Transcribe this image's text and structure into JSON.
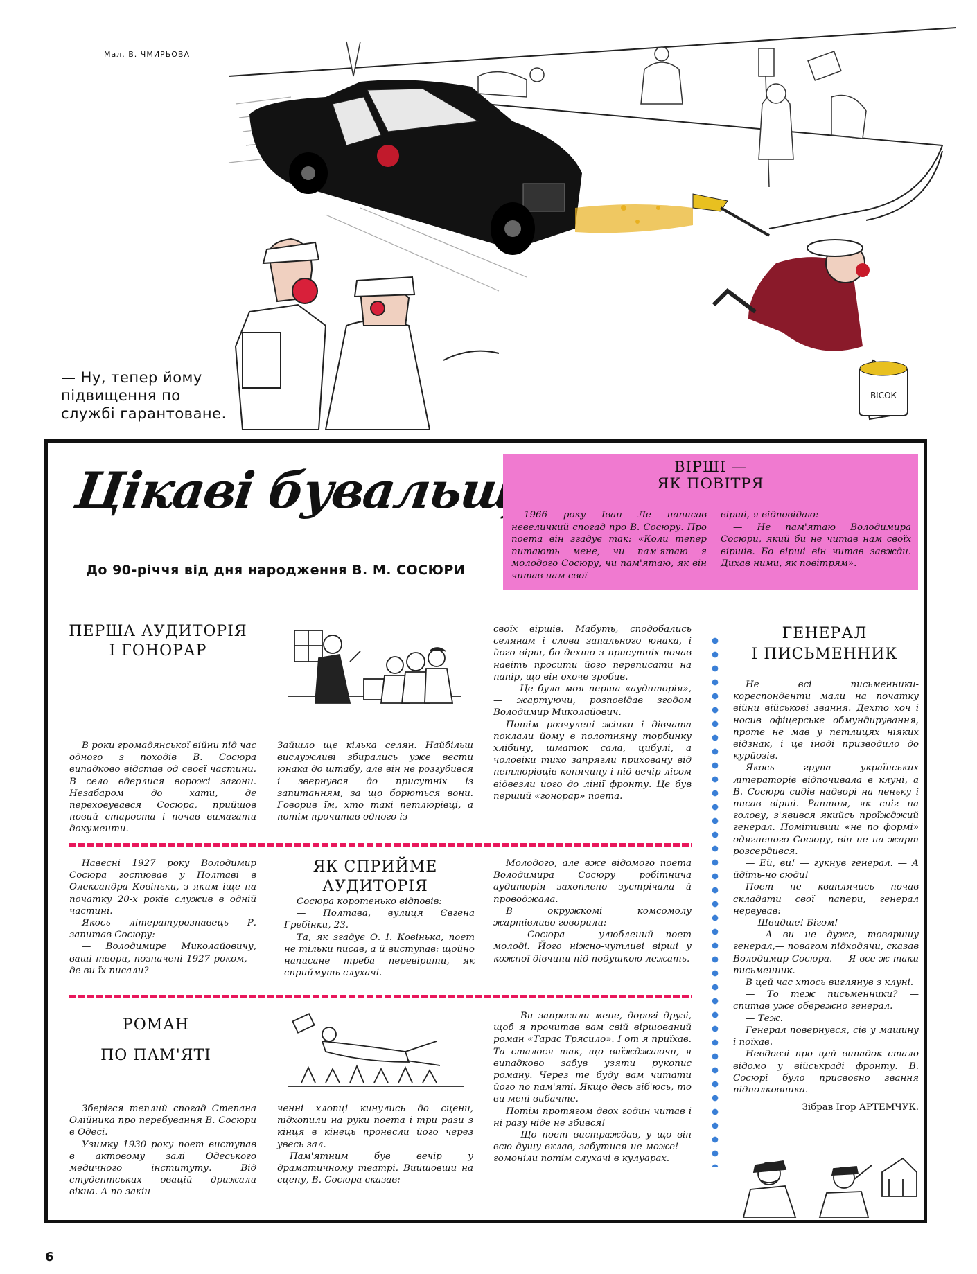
{
  "cartoon": {
    "credit": "Мал. В. ЧМИРЬОВА",
    "caption": "— Ну, тепер йому підвищення по службі гарантоване.",
    "bucket_label": "ВІСОК"
  },
  "feature": {
    "masthead": "Цікаві бувальщини",
    "subtitle": "До 90-річчя від дня народження В. М. СОСЮРИ"
  },
  "sidebar_story": {
    "title_line1": "ВІРШІ —",
    "title_line2": "ЯК ПОВІТРЯ",
    "col1": "1966 року Іван Ле написав невеличкий спогад про В. Сосюру. Про поета він згадує так: «Коли тепер питають мене, чи пам'ятаю я молодого Сосюру, чи пам'ятаю, як він читав нам свої",
    "col2_p1": "вірші, я відповідаю:",
    "col2_p2": "— Не пам'ятаю Володимира Сосюри, який би не читав нам своїх віршів. Бо вірші він читав завжди. Дихав ними, як повітрям»."
  },
  "story1": {
    "title_line1": "ПЕРША АУДИТОРІЯ",
    "title_line2": "І ГОНОРАР",
    "col1": "В роки громадянської війни під час одного з походів В. Сосюра випадково відстав од своєї частини. В село вдерлися ворожі загони. Незабаром до хати, де переховувався Сосюра, прийшов новий староста і почав вимагати документи.",
    "col2": "Зайшло ще кілька селян. Найбільш вислужливі збирались уже вести юнака до штабу, але він не розгубився і звернувся до присутніх із запитанням, за що борються вони. Говорив їм, хто такі петлюрівці, а потім прочитав одного із",
    "col3_p1": "своїх віршів. Мабуть, сподобались селянам і слова запального юнака, і його вірш, бо дехто з присутніх почав навіть просити його переписати на папір, що він охоче зробив.",
    "col3_p2": "— Це була моя перша «аудиторія»,— жартуючи, розповідав згодом Володимир Миколайович.",
    "col3_p3": "Потім розчулені жінки і дівчата поклали йому в полотняну торбинку хлібину, шматок сала, цибулі, а чоловіки тихо запрягли приховану від петлюрівців конячину і під вечір лісом відвезли його до лінії фронту. Це був перший «гонорар» поета."
  },
  "story2": {
    "title_line1": "ЯК СПРИЙМЕ",
    "title_line2": "АУДИТОРІЯ",
    "col1_p1": "Навесні 1927 року Володимир Сосюра гостював у Полтаві в Олександра Ковіньки, з яким іще на початку 20-х років служив в одній частині.",
    "col1_p2": "Якось літературознавець Р. запитав Сосюру:",
    "col1_p3": "— Володимире Миколайовичу, ваші твори, позначені 1927 роком,— де ви їх писали?",
    "col2_p1": "Сосюра коротенько відповів:",
    "col2_p2": "— Полтава, вулиця Євгена Гребінки, 23.",
    "col2_p3": "Та, як згадує О. І. Ковінька, поет не тільки писав, а й виступав: щойно написане треба перевірити, як сприймуть слухачі.",
    "col3_p1": "Молодого, але вже відомого поета Володимира Сосюру робітнича аудиторія захоплено зустрічала й проводжала.",
    "col3_p2": "В окружкомі комсомолу жартівливо говорили:",
    "col3_p3": "— Сосюра — улюблений поет молоді. Його ніжно-чутливі вірші у кожної дівчини під подушкою лежать."
  },
  "story3": {
    "title_line1": "РОМАН",
    "title_line2": "ПО ПАМ'ЯТІ",
    "col1_p1": "Зберігся теплий спогад Степана Олійника про перебування В. Сосюри в Одесі.",
    "col1_p2": "Узимку 1930 року поет виступав в актовому залі Одеського медичного інституту. Від студентських овацій дрижали вікна. А по закін-",
    "col2_p1": "ченні хлопці кинулись до сцени, підхопили на руки поета і три рази з кінця в кінець пронесли його через увесь зал.",
    "col2_p2": "Пам'ятним був вечір у драматичному театрі. Вийшовши на сцену, В. Сосюра сказав:",
    "col3_p1": "— Ви запросили мене, дорогі друзі, щоб я прочитав вам свій віршований роман «Тарас Трясило». І от я приїхав. Та сталося так, що виїжджаючи, я випадково забув узяти рукопис роману. Через те буду вам читати його по пам'яті. Якщо десь зіб'юсь, то ви мені вибачте.",
    "col3_p2": "Потім протягом двох годин читав і ні разу ніде не збився!",
    "col3_p3": "— Що поет вистраждав, у що він всю душу вклав, забутися не може! — гомоніли потім слухачі в кулуарах."
  },
  "story4": {
    "title_line1": "ГЕНЕРАЛ",
    "title_line2": "І ПИСЬМЕННИК",
    "p1": "Не всі письменники-кореспонденти мали на початку війни військові звання. Дехто хоч і носив офіцерське обмундирування, проте не мав у петлицях ніяких відзнак, і це іноді призводило до курйозів.",
    "p2": "Якось група українських літераторів відпочивала в клуні, а В. Сосюра сидів надворі на пеньку і писав вірші. Раптом, як сніг на голову, з'явився якийсь проїжджий генерал. Помітивши «не по формі» одягненого Сосюру, він не на жарт розсердився.",
    "p3": "— Ей, ви! — гукнув генерал. — А йдіть-но сюди!",
    "p4": "Поет не кваплячись почав складати свої папери, генерал нервував:",
    "p5": "— Швидше! Бігом!",
    "p6": "— А ви не дуже, товаришу генерал,— повагом підходячи, сказав Володимир Сосюра. — Я все ж таки письменник.",
    "p7": "В цей час хтось виглянув з клуні.",
    "p8": "— То теж письменники? — спитав уже обережно генерал.",
    "p9": "— Теж.",
    "p10": "Генерал повернувся, сів у машину і поїхав.",
    "p11": "Невдовзі про цей випадок стало відомо у військраді фронту. В. Сосюрі було присвоєно звання підполковника.",
    "signature": "Зібрав Ігор АРТЕМЧУК."
  },
  "page_number": "6"
}
